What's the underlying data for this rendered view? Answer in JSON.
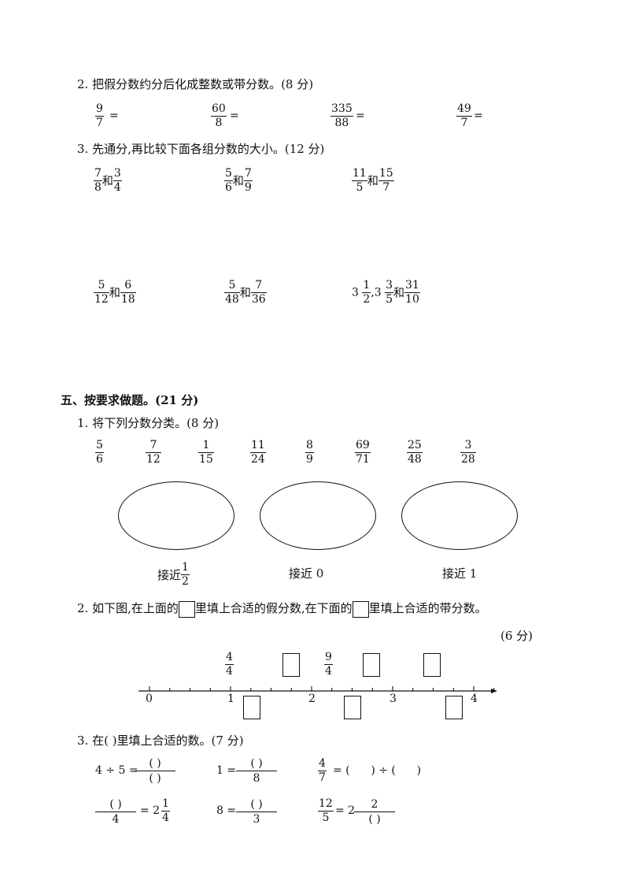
{
  "q2": {
    "title": "2. 把假分数约分后化成整数或带分数。(8 分)",
    "items": [
      {
        "num": "9",
        "den": "7",
        "tail": "="
      },
      {
        "num": "60",
        "den": "8",
        "tail": "="
      },
      {
        "num": "335",
        "den": "88",
        "tail": "="
      },
      {
        "num": "49",
        "den": "7",
        "tail": "="
      }
    ]
  },
  "q3": {
    "title": "3. 先通分,再比较下面各组分数的大小。(12 分)",
    "row1": [
      {
        "a_num": "7",
        "a_den": "8",
        "sep": "和",
        "b_num": "3",
        "b_den": "4"
      },
      {
        "a_num": "5",
        "a_den": "6",
        "sep": "和",
        "b_num": "7",
        "b_den": "9"
      },
      {
        "a_num": "11",
        "a_den": "5",
        "sep": "和",
        "b_num": "15",
        "b_den": "7"
      }
    ],
    "row2": [
      {
        "a_num": "5",
        "a_den": "12",
        "sep": "和",
        "b_num": "6",
        "b_den": "18"
      },
      {
        "a_num": "5",
        "a_den": "48",
        "sep": "和",
        "b_num": "7",
        "b_den": "36"
      }
    ],
    "mixed": {
      "w1": "3",
      "n1": "1",
      "d1": "2",
      "comma": ",",
      "w2": "3",
      "n2": "3",
      "d2": "5",
      "sep": "和",
      "n3": "31",
      "d3": "10"
    }
  },
  "section5": {
    "title": "五、按要求做题。(21 分)",
    "p1": {
      "title": "1. 将下列分数分类。(8 分)",
      "fractions": [
        {
          "num": "5",
          "den": "6"
        },
        {
          "num": "7",
          "den": "12"
        },
        {
          "num": "1",
          "den": "15"
        },
        {
          "num": "11",
          "den": "24"
        },
        {
          "num": "8",
          "den": "9"
        },
        {
          "num": "69",
          "den": "71"
        },
        {
          "num": "25",
          "den": "48"
        },
        {
          "num": "3",
          "den": "28"
        }
      ],
      "labels": {
        "half_prefix": "接近",
        "half_num": "1",
        "half_den": "2",
        "zero": "接近 0",
        "one": "接近 1"
      }
    },
    "p2": {
      "part1": "2. 如下图,在上面的",
      "part2": "里填上合适的假分数,在下面的",
      "part3": "里填上合适的带分数。",
      "score": "(6 分)",
      "top_fracs": [
        {
          "num": "4",
          "den": "4"
        },
        {
          "num": "9",
          "den": "4"
        }
      ],
      "ticks": [
        "0",
        "1",
        "2",
        "3",
        "4"
      ]
    },
    "p3": {
      "title": "3. 在(      )里填上合适的数。(7 分)",
      "e1_left": "4 ÷ 5 =",
      "e2_left": "1 =",
      "e2_den": "8",
      "e3_num": "4",
      "e3_den": "7",
      "e3_right": "= (      ) ÷ (      )",
      "e4_den": "4",
      "e4_mid": "= 2",
      "e4_fnum": "1",
      "e4_fden": "4",
      "e5_left": "8 =",
      "e5_den": "3",
      "e6_num": "12",
      "e6_den": "5",
      "e6_mid": "= 2",
      "e6_fnum": "2",
      "paren": "(      )"
    }
  }
}
